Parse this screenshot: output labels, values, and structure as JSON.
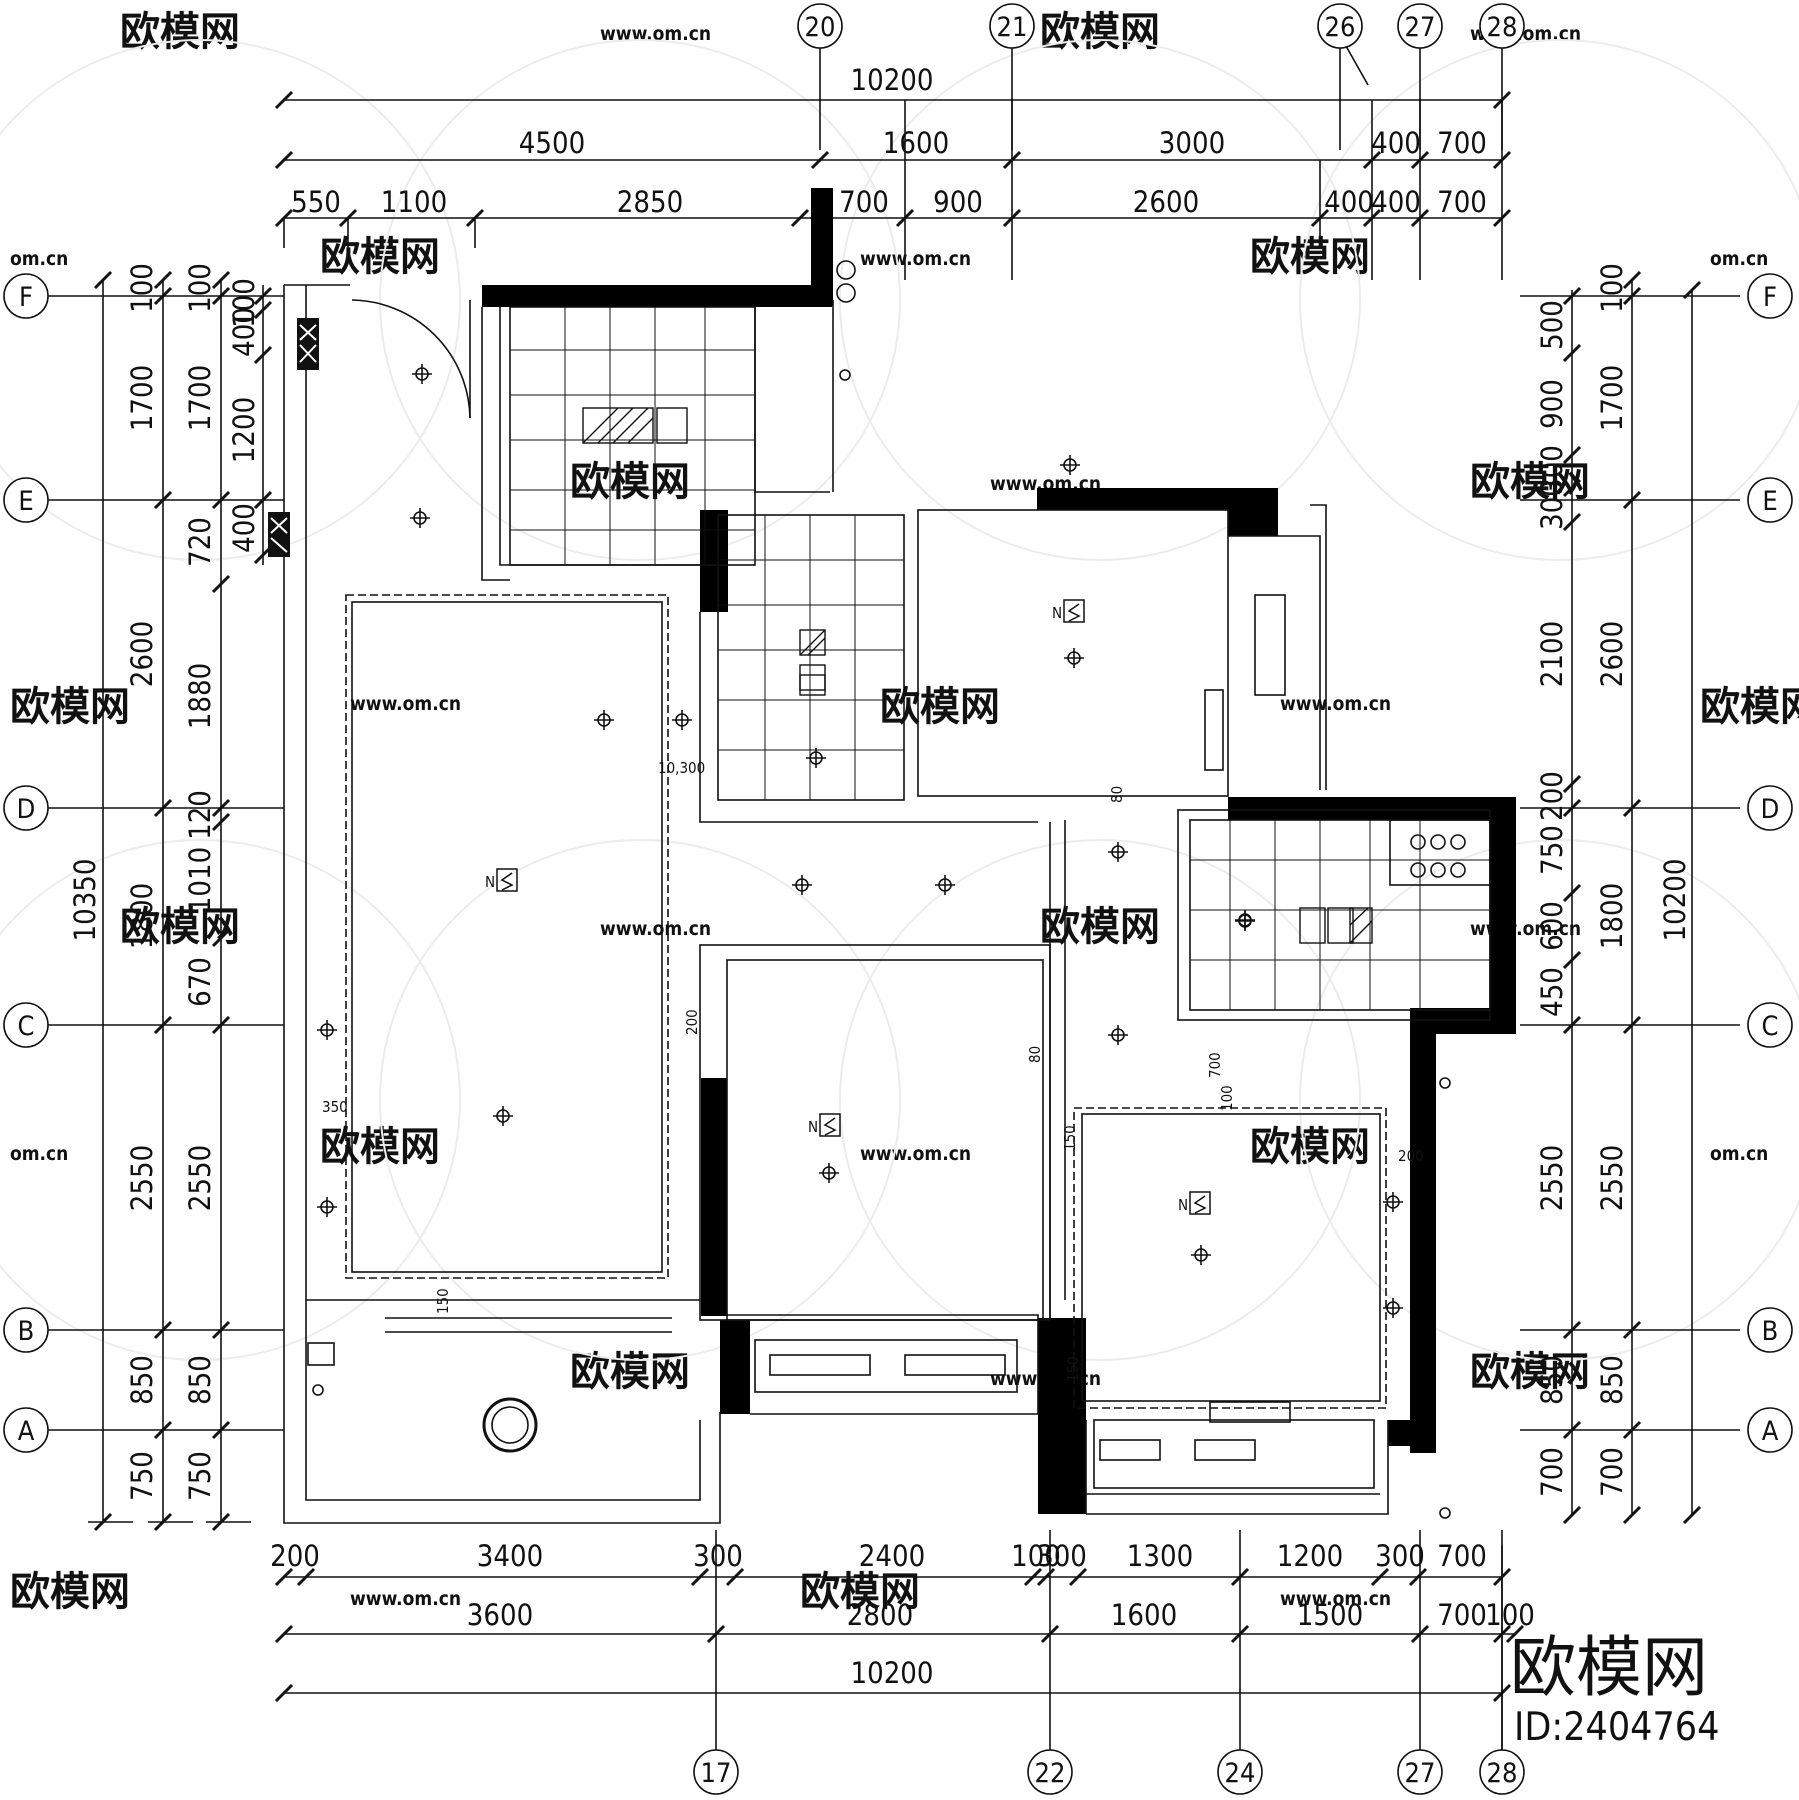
{
  "axes": {
    "top": [
      "20",
      "21",
      "26",
      "27",
      "28"
    ],
    "bottom": [
      "17",
      "22",
      "24",
      "27",
      "28"
    ],
    "left": [
      "F",
      "E",
      "D",
      "C",
      "B",
      "A"
    ],
    "right": [
      "F",
      "E",
      "D",
      "C",
      "B",
      "A"
    ]
  },
  "dimensions": {
    "top_total": "10200",
    "top_row2": [
      "4500",
      "1600",
      "3000",
      "400",
      "700"
    ],
    "top_row3": [
      "550",
      "1100",
      "2850",
      "700",
      "900",
      "2600",
      "400",
      "400",
      "700"
    ],
    "bottom_row1": [
      "200",
      "3400",
      "300",
      "2400",
      "100",
      "300",
      "1300",
      "1200",
      "300",
      "700"
    ],
    "bottom_row2": [
      "3600",
      "2800",
      "1600",
      "1500",
      "700",
      "100"
    ],
    "bottom_total": "10200",
    "left_total": "10350",
    "left_outer": [
      "100",
      "1700",
      "2600",
      "1800",
      "2550",
      "850",
      "750"
    ],
    "left_inner": [
      "100",
      "1700",
      "720",
      "1880",
      "120",
      "1010",
      "670",
      "2550",
      "850",
      "750"
    ],
    "left_window": [
      "100",
      "400",
      "1200",
      "400"
    ],
    "right_total": "10200",
    "right_outer": [
      "100",
      "1700",
      "2600",
      "1800",
      "2550",
      "850",
      "700"
    ],
    "right_inner": [
      "500",
      "900",
      "300",
      "300",
      "2100",
      "200",
      "750",
      "600",
      "450",
      "2550",
      "850",
      "700"
    ]
  },
  "room_notes": [
    "10,300",
    "350",
    "150",
    "150",
    "200",
    "700",
    "100",
    "80",
    "80",
    "200",
    "150"
  ],
  "north_marks": [
    "N",
    "N",
    "N",
    "N"
  ],
  "watermark": {
    "text": "欧模网",
    "url": "www.om.cn",
    "url_short": "om.cn"
  },
  "brand": {
    "name": "欧模网",
    "id": "ID:2404764"
  }
}
